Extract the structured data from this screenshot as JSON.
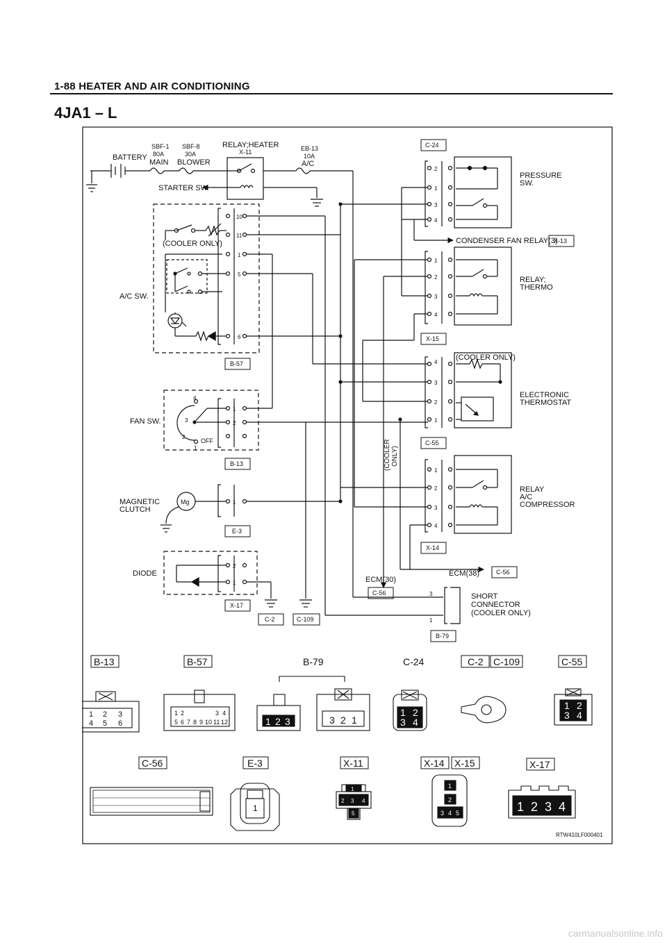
{
  "header": {
    "page_title": "1-88  HEATER AND AIR CONDITIONING"
  },
  "diagram_title": "4JA1 – L",
  "labels": {
    "battery": "BATTERY",
    "sbf1": "SBF-1",
    "sbf1_amp": "80A",
    "sbf1_name": "MAIN",
    "sbf8": "SBF-8",
    "sbf8_amp": "30A",
    "sbf8_name": "BLOWER",
    "relay_heater": "RELAY;HEATER",
    "relay_heater_code": "X-11",
    "eb13": "EB-13",
    "eb13_amp": "10A",
    "eb13_name": "A/C",
    "starter": "STARTER SW",
    "cooler_only": "(COOLER ONLY)",
    "ac_sw": "A/C SW.",
    "fan_sw": "FAN SW.",
    "off": "OFF",
    "magnetic": "MAGNETIC",
    "clutch": "CLUTCH",
    "mg": "Mg",
    "diode": "DIODE",
    "pressure": "PRESSURE",
    "sw": "SW.",
    "condenser_relay": "CONDENSER FAN RELAY(3)",
    "relay": "RELAY;",
    "thermo": "THERMO",
    "electronic": "ELECTRONIC",
    "thermostat": "THERMOSTAT",
    "cooler": "(COOLER",
    "only": "ONLY)",
    "relay2": "RELAY",
    "ac": "A/C",
    "compressor": "COMPRESSOR",
    "ecm38": "ECM(38)",
    "ecm30": "ECM(30)",
    "short": "SHORT",
    "connector": "CONNECTOR",
    "short_cooler": "(COOLER ONLY)"
  },
  "connectors": {
    "c24": "C-24",
    "x13": "X-13",
    "x15": "X-15",
    "c55": "C-55",
    "x14": "X-14",
    "c56": "C-56",
    "b79": "B-79",
    "b57": "B-57",
    "b13": "B-13",
    "e3": "E-3",
    "x17": "X-17",
    "c2": "C-2",
    "c109": "C-109",
    "x11": "X-11"
  },
  "connector_views": {
    "b13": "B-13",
    "b57": "B-57",
    "b79": "B-79",
    "c24": "C-24",
    "c2": "C-2",
    "c109": "C-109",
    "c55": "C-55",
    "c56": "C-56",
    "e3": "E-3",
    "x11": "X-11",
    "x14": "X-14",
    "x15": "X-15",
    "x17": "X-17"
  },
  "pins": {
    "b57": [
      "10",
      "11",
      "1",
      "5",
      "6"
    ],
    "b13": [
      "1",
      "2"
    ],
    "fan_positions": [
      "4",
      "3",
      "2",
      "1"
    ],
    "e3": [
      "1"
    ],
    "x17": [
      "2",
      "1"
    ],
    "c24": [
      "2",
      "1",
      "3",
      "4"
    ],
    "x15": [
      "1",
      "2",
      "3",
      "4"
    ],
    "c55": [
      "4",
      "3",
      "2",
      "1"
    ],
    "x14": [
      "1",
      "2",
      "3",
      "4"
    ],
    "b79": [
      "3",
      "1"
    ]
  },
  "face_pins": {
    "b13": [
      "1",
      "2",
      "3",
      "4",
      "5",
      "6"
    ],
    "b57": [
      "1",
      "2",
      "3",
      "4",
      "5",
      "6",
      "7",
      "8",
      "9",
      "10",
      "11",
      "12"
    ],
    "b79_male": [
      "1",
      "2",
      "3"
    ],
    "b79_female": [
      "3",
      "2",
      "1"
    ],
    "c24": [
      "1",
      "2",
      "3",
      "4"
    ],
    "c55": [
      "1",
      "2",
      "3",
      "4"
    ],
    "e3": [
      "1"
    ],
    "x11": [
      "1",
      "2",
      "3",
      "4",
      "5"
    ],
    "x14": [
      "1",
      "2",
      "3",
      "4",
      "5"
    ],
    "x17": [
      "1",
      "2",
      "3",
      "4"
    ]
  },
  "figure_id": "RTW410LF000401",
  "watermark": "carmanualsonline.info"
}
